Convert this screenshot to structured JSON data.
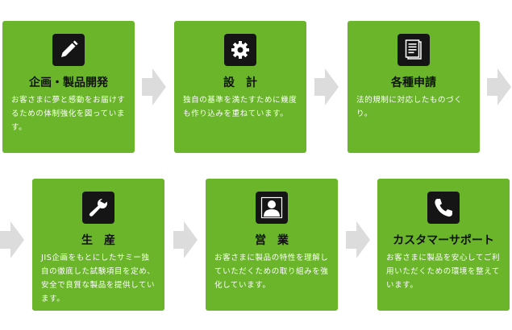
{
  "colors": {
    "card": "#6ab529",
    "icon_bg": "#151515",
    "arrow": "#dcdcdc"
  },
  "steps": [
    {
      "icon": "pencil-icon",
      "title": "企画・製品開発",
      "desc": "お客さまに夢と感動をお届けするための体制強化を図っています。"
    },
    {
      "icon": "gear-icon",
      "title": "設　計",
      "desc": "独自の基準を満たすために幾度も作り込みを重ねています。"
    },
    {
      "icon": "document-icon",
      "title": "各種申請",
      "desc": "法的規制に対応したものづくり。"
    },
    {
      "icon": "wrench-icon",
      "title": "生　産",
      "desc": "JIS企画をもとにしたサミー独自の徹底した試験項目を定め、安全で良質な製品を提供しています。"
    },
    {
      "icon": "person-icon",
      "title": "営　業",
      "desc": "お客さまに製品の特性を理解していただくための取り組みを強化しています。"
    },
    {
      "icon": "phone-icon",
      "title": "カスタマーサポート",
      "desc": "お客さまに製品を安心してご利用いただくための環境を整えています。"
    }
  ]
}
